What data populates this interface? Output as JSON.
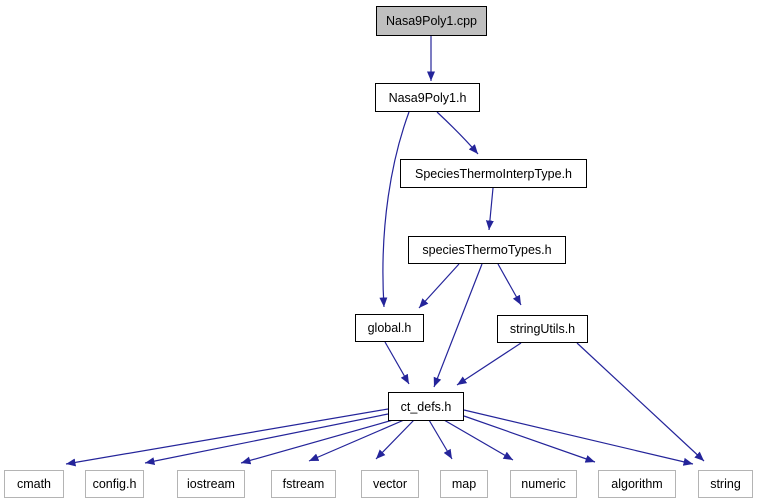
{
  "diagram": {
    "type": "include-dependency-graph",
    "colors": {
      "edge": "#24249a",
      "root_node_fill": "#bfbfbf",
      "node_fill": "#ffffff",
      "node_border": "#000000",
      "system_node_border": "#b4b4b4"
    },
    "nodes": [
      {
        "id": "nasa9poly1-cpp",
        "label": "Nasa9Poly1.cpp",
        "kind": "root"
      },
      {
        "id": "nasa9poly1-h",
        "label": "Nasa9Poly1.h",
        "kind": "header"
      },
      {
        "id": "speciesthermointerptype-h",
        "label": "SpeciesThermoInterpType.h",
        "kind": "header"
      },
      {
        "id": "speciesthermotypes-h",
        "label": "speciesThermoTypes.h",
        "kind": "header"
      },
      {
        "id": "global-h",
        "label": "global.h",
        "kind": "header"
      },
      {
        "id": "stringutils-h",
        "label": "stringUtils.h",
        "kind": "header"
      },
      {
        "id": "ct-defs-h",
        "label": "ct_defs.h",
        "kind": "header"
      },
      {
        "id": "cmath",
        "label": "cmath",
        "kind": "system"
      },
      {
        "id": "config-h",
        "label": "config.h",
        "kind": "system"
      },
      {
        "id": "iostream",
        "label": "iostream",
        "kind": "system"
      },
      {
        "id": "fstream",
        "label": "fstream",
        "kind": "system"
      },
      {
        "id": "vector",
        "label": "vector",
        "kind": "system"
      },
      {
        "id": "map",
        "label": "map",
        "kind": "system"
      },
      {
        "id": "numeric",
        "label": "numeric",
        "kind": "system"
      },
      {
        "id": "algorithm",
        "label": "algorithm",
        "kind": "system"
      },
      {
        "id": "string",
        "label": "string",
        "kind": "system"
      }
    ],
    "edges": [
      {
        "from": "Nasa9Poly1.cpp",
        "to": "Nasa9Poly1.h"
      },
      {
        "from": "Nasa9Poly1.h",
        "to": "SpeciesThermoInterpType.h"
      },
      {
        "from": "Nasa9Poly1.h",
        "to": "global.h"
      },
      {
        "from": "SpeciesThermoInterpType.h",
        "to": "speciesThermoTypes.h"
      },
      {
        "from": "speciesThermoTypes.h",
        "to": "global.h"
      },
      {
        "from": "speciesThermoTypes.h",
        "to": "stringUtils.h"
      },
      {
        "from": "speciesThermoTypes.h",
        "to": "ct_defs.h"
      },
      {
        "from": "global.h",
        "to": "ct_defs.h"
      },
      {
        "from": "stringUtils.h",
        "to": "ct_defs.h"
      },
      {
        "from": "stringUtils.h",
        "to": "string"
      },
      {
        "from": "ct_defs.h",
        "to": "cmath"
      },
      {
        "from": "ct_defs.h",
        "to": "config.h"
      },
      {
        "from": "ct_defs.h",
        "to": "iostream"
      },
      {
        "from": "ct_defs.h",
        "to": "fstream"
      },
      {
        "from": "ct_defs.h",
        "to": "vector"
      },
      {
        "from": "ct_defs.h",
        "to": "map"
      },
      {
        "from": "ct_defs.h",
        "to": "numeric"
      },
      {
        "from": "ct_defs.h",
        "to": "algorithm"
      },
      {
        "from": "ct_defs.h",
        "to": "string"
      }
    ]
  }
}
